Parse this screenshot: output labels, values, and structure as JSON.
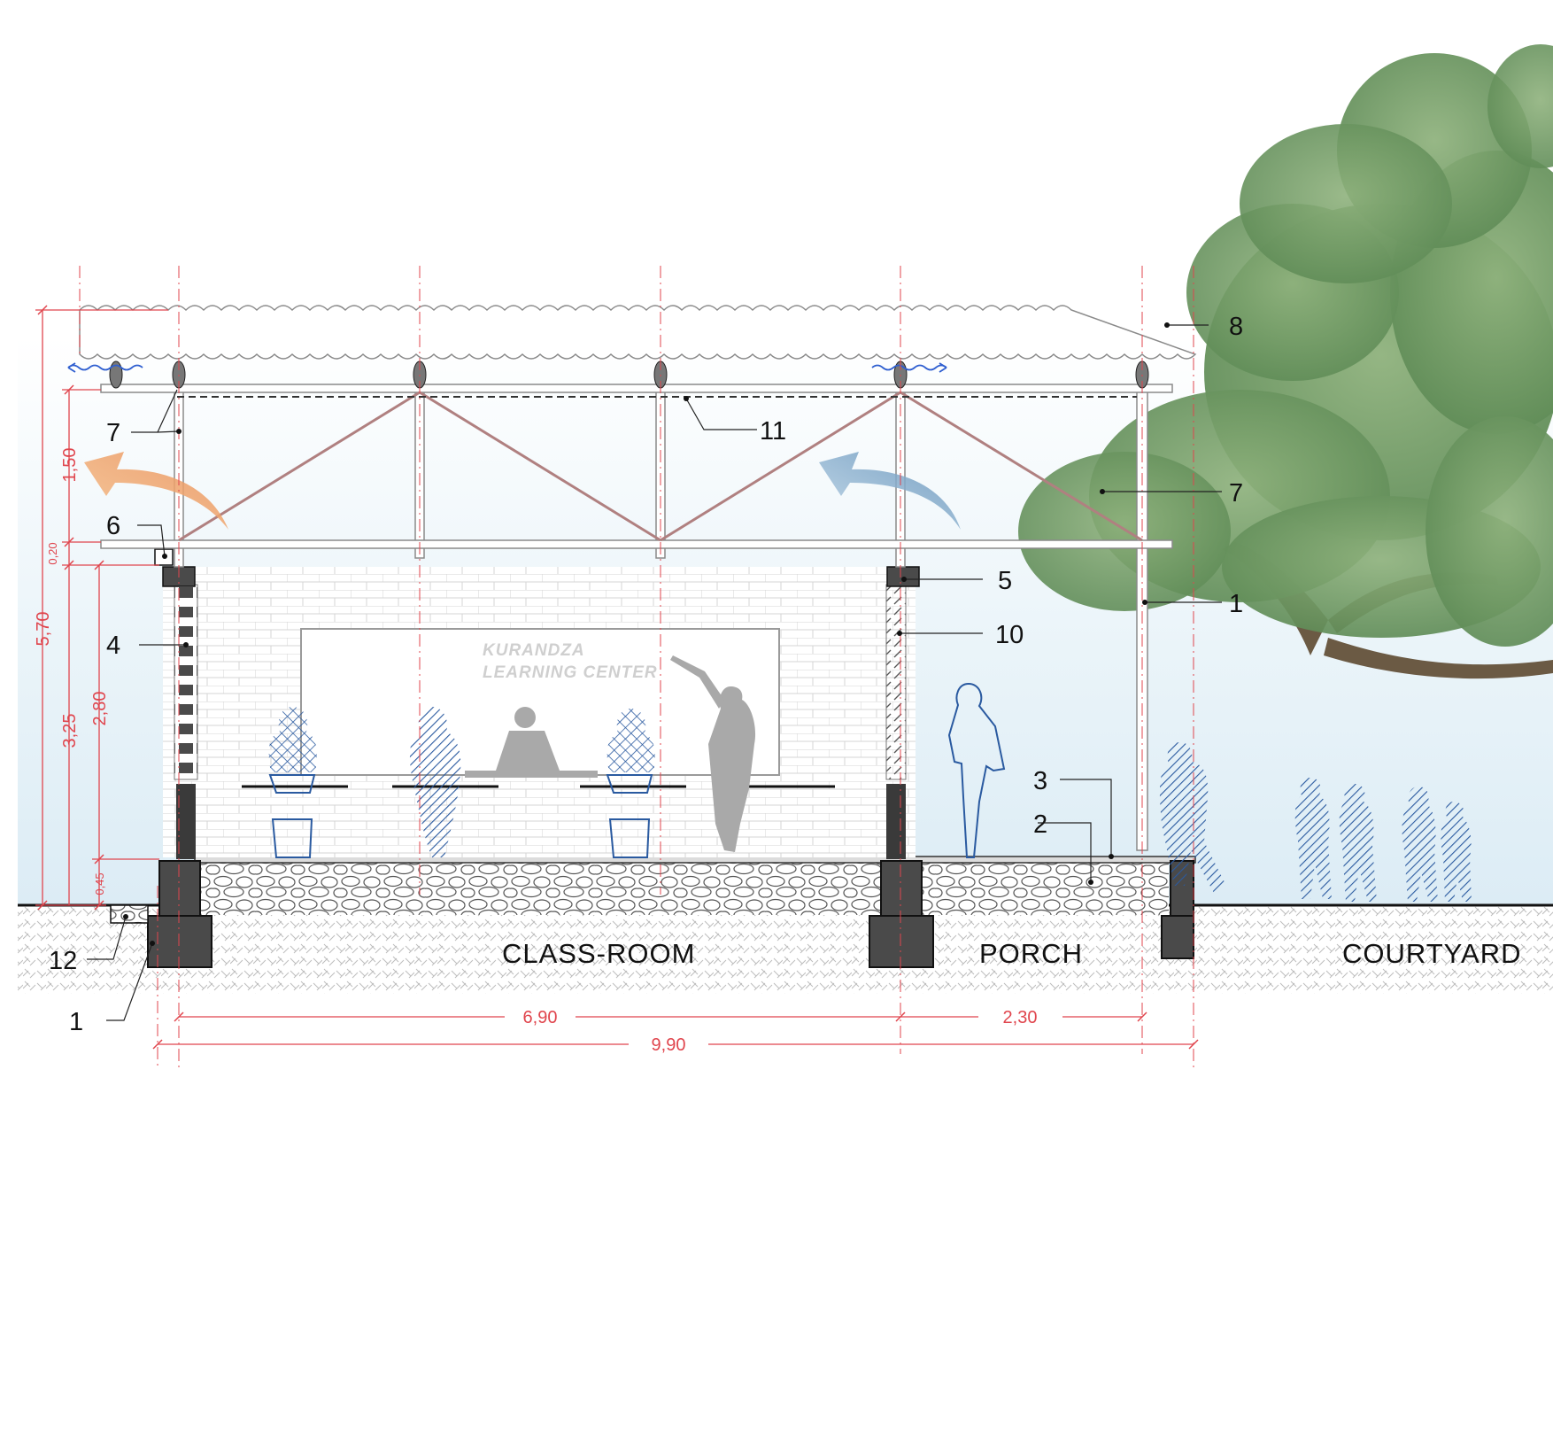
{
  "callouts": {
    "c1_post": "1",
    "c1_footing": "1",
    "c2": "2",
    "c3": "3",
    "c4": "4",
    "c5": "5",
    "c6": "6",
    "c7_left": "7",
    "c7_right": "7",
    "c8": "8",
    "c10": "10",
    "c11": "11",
    "c12": "12"
  },
  "zones": {
    "classroom": "CLASS-ROOM",
    "porch": "PORCH",
    "courtyard": "COURTYARD"
  },
  "dimensions": {
    "classroom_width": "6,90",
    "porch_width": "2,30",
    "total_width": "9,90",
    "total_height": "5,70",
    "truss_height": "1,50",
    "beam_height": "0,20",
    "wall_to_ground": "3,25",
    "wall_height": "2,80",
    "plinth_height": "0,45"
  },
  "board": {
    "line1": "KURANDZA",
    "line2": "LEARNING CENTER"
  },
  "colors": {
    "dimension": "#e0454d",
    "air_warm": "#f0a86a",
    "air_cool": "#7aa8cc",
    "people_hatch": "#2a5aa0",
    "foliage": "#6f9a63",
    "sky": "#e3f0f7"
  }
}
